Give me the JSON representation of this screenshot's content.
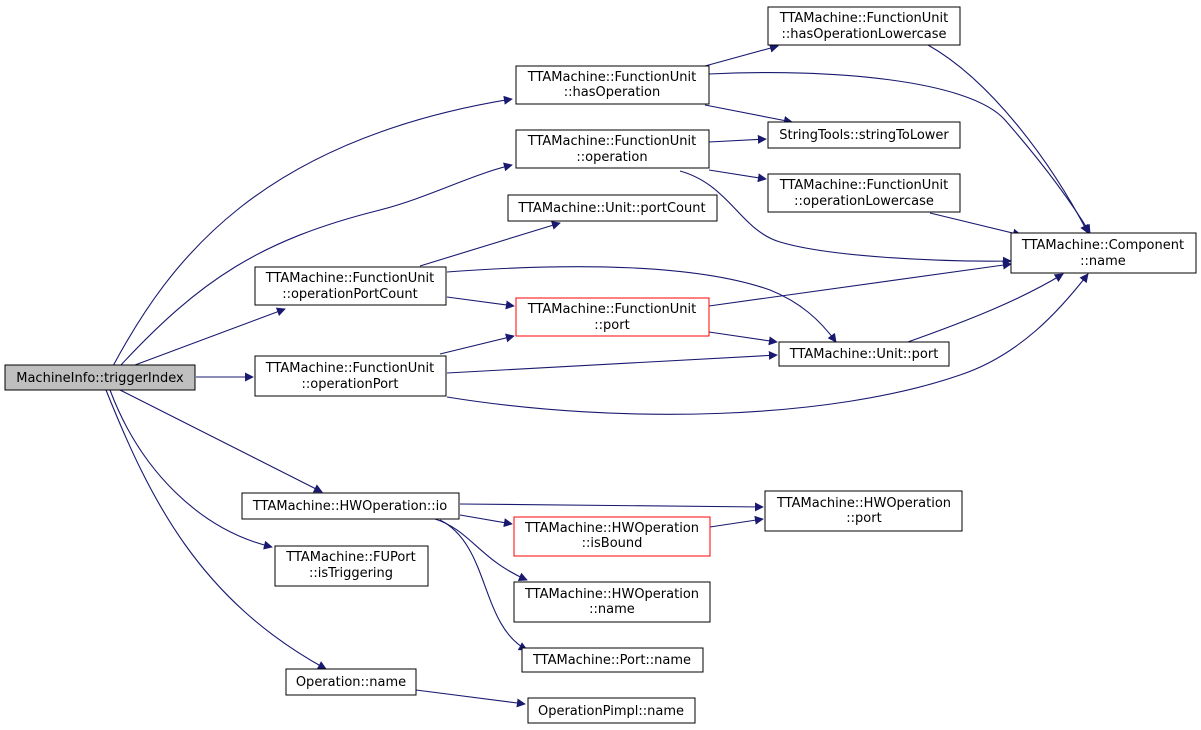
{
  "colors": {
    "edge": "#191970",
    "root_fill": "#bfbfbf",
    "highlight_border": "#ff0000",
    "node_border": "#000000"
  },
  "nodes": {
    "trigger_index": [
      "MachineInfo::triggerIndex"
    ],
    "fu_has_operation": [
      "TTAMachine::FunctionUnit",
      "::hasOperation"
    ],
    "fu_operation": [
      "TTAMachine::FunctionUnit",
      "::operation"
    ],
    "unit_port_count": [
      "TTAMachine::Unit::portCount"
    ],
    "fu_operation_port_count": [
      "TTAMachine::FunctionUnit",
      "::operationPortCount"
    ],
    "fu_operation_port": [
      "TTAMachine::FunctionUnit",
      "::operationPort"
    ],
    "fu_port": [
      "TTAMachine::FunctionUnit",
      "::port"
    ],
    "fu_has_operation_lowercase": [
      "TTAMachine::FunctionUnit",
      "::hasOperationLowercase"
    ],
    "string_to_lower": [
      "StringTools::stringToLower"
    ],
    "fu_operation_lowercase": [
      "TTAMachine::FunctionUnit",
      "::operationLowercase"
    ],
    "component_name": [
      "TTAMachine::Component",
      "::name"
    ],
    "unit_port": [
      "TTAMachine::Unit::port"
    ],
    "hwop_io": [
      "TTAMachine::HWOperation::io"
    ],
    "hwop_is_bound": [
      "TTAMachine::HWOperation",
      "::isBound"
    ],
    "hwop_port": [
      "TTAMachine::HWOperation",
      "::port"
    ],
    "hwop_name": [
      "TTAMachine::HWOperation",
      "::name"
    ],
    "port_name": [
      "TTAMachine::Port::name"
    ],
    "fuport_is_triggering": [
      "TTAMachine::FUPort",
      "::isTriggering"
    ],
    "operation_name": [
      "Operation::name"
    ],
    "operation_pimpl_name": [
      "OperationPimpl::name"
    ]
  },
  "edges": [
    [
      "trigger_index",
      "fu_has_operation"
    ],
    [
      "trigger_index",
      "fu_operation"
    ],
    [
      "trigger_index",
      "fu_operation_port_count"
    ],
    [
      "trigger_index",
      "fu_operation_port"
    ],
    [
      "trigger_index",
      "hwop_io"
    ],
    [
      "trigger_index",
      "fuport_is_triggering"
    ],
    [
      "trigger_index",
      "operation_name"
    ],
    [
      "fu_has_operation",
      "fu_has_operation_lowercase"
    ],
    [
      "fu_has_operation",
      "string_to_lower"
    ],
    [
      "fu_has_operation",
      "component_name"
    ],
    [
      "fu_has_operation_lowercase",
      "component_name"
    ],
    [
      "fu_operation",
      "string_to_lower"
    ],
    [
      "fu_operation",
      "fu_operation_lowercase"
    ],
    [
      "fu_operation",
      "component_name"
    ],
    [
      "fu_operation_lowercase",
      "component_name"
    ],
    [
      "fu_operation_port_count",
      "unit_port_count"
    ],
    [
      "fu_operation_port_count",
      "fu_port"
    ],
    [
      "fu_operation_port_count",
      "unit_port"
    ],
    [
      "fu_operation_port",
      "fu_port"
    ],
    [
      "fu_operation_port",
      "unit_port"
    ],
    [
      "fu_operation_port",
      "component_name"
    ],
    [
      "fu_port",
      "component_name"
    ],
    [
      "fu_port",
      "unit_port"
    ],
    [
      "unit_port",
      "component_name"
    ],
    [
      "hwop_io",
      "hwop_port"
    ],
    [
      "hwop_io",
      "hwop_is_bound"
    ],
    [
      "hwop_io",
      "hwop_name"
    ],
    [
      "hwop_io",
      "port_name"
    ],
    [
      "hwop_is_bound",
      "hwop_port"
    ],
    [
      "operation_name",
      "operation_pimpl_name"
    ]
  ]
}
